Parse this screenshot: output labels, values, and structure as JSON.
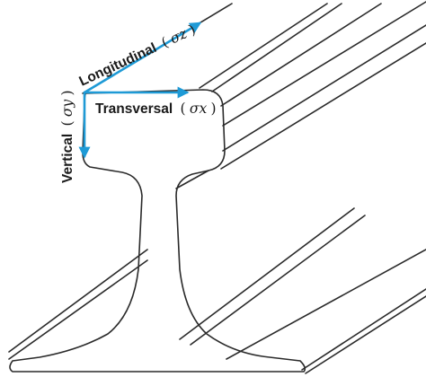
{
  "diagram": {
    "labels": {
      "longitudinal": {
        "word": "Longitudinal",
        "open": "(",
        "symbol": "σz",
        "close": ")"
      },
      "transversal": {
        "word": "Transversal",
        "open": "(",
        "symbol": "σx",
        "close": ")"
      },
      "vertical": {
        "word": "Vertical",
        "open": "(",
        "symbol": "σy",
        "close": ")"
      }
    },
    "colors": {
      "outline": "#2a2a2a",
      "arrow": "#1e9ad6",
      "text": "#1a1a1a"
    },
    "icons": {
      "longitudinal_arrow": "arrow-icon",
      "transversal_arrow": "arrow-icon",
      "vertical_arrow": "arrow-icon"
    }
  }
}
